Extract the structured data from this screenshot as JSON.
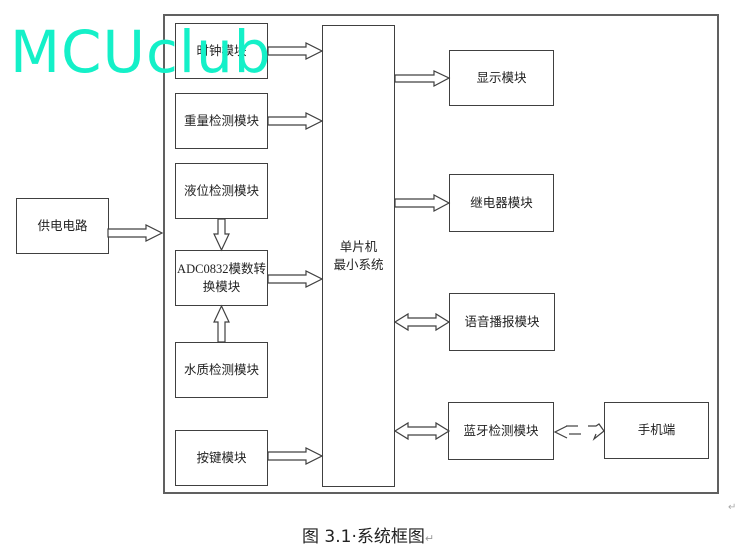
{
  "watermark": "MCUclub",
  "diagram": {
    "power": "供电电路",
    "mcu_line1": "单片机",
    "mcu_line2": "最小系统",
    "inputs": {
      "clock": "时钟模块",
      "weight": "重量检测模块",
      "level": "液位检测模块",
      "adc_line1": "ADC0832模数转",
      "adc_line2": "换模块",
      "water": "水质检测模块",
      "keys": "按键模块"
    },
    "outputs": {
      "display": "显示模块",
      "relay": "继电器模块",
      "voice": "语音播报模块",
      "bluetooth": "蓝牙检测模块",
      "phone": "手机端"
    }
  },
  "caption": {
    "text": "图 3.1·系统框图",
    "para_mark": "↵"
  },
  "colors": {
    "watermark": "#14f0c8",
    "border": "#404040"
  }
}
